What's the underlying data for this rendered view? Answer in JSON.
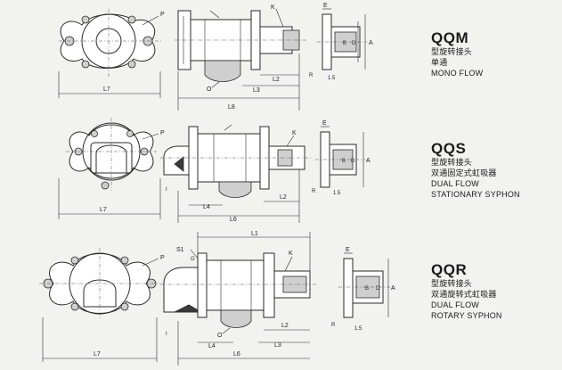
{
  "models": [
    {
      "code": "QQM",
      "type_cn": "型旋转接头",
      "flow_cn": "单通",
      "flow_en": "MONO FLOW",
      "syphon_en": ""
    },
    {
      "code": "QQS",
      "type_cn": "型旋转接头",
      "flow_cn": "双通固定式虹吸器",
      "flow_en": "DUAL FLOW",
      "syphon_en": "STATIONARY SYPHON"
    },
    {
      "code": "QQR",
      "type_cn": "型旋转接头",
      "flow_cn": "双通旋转式虹吸器",
      "flow_en": "DUAL FLOW",
      "syphon_en": "ROTARY SYPHON"
    }
  ],
  "dims": {
    "L1": "L1",
    "L2": "L2",
    "L3": "L3",
    "L4": "L4",
    "L6": "L6",
    "L7": "L7",
    "L8": "L8",
    "P": "P",
    "K": "K",
    "E": "E",
    "A": "A",
    "B": "B",
    "D": "D",
    "d": "d",
    "R": "R",
    "O": "O",
    "I": "I",
    "G": "G",
    "S1": "S1",
    "r15": "1.5"
  }
}
